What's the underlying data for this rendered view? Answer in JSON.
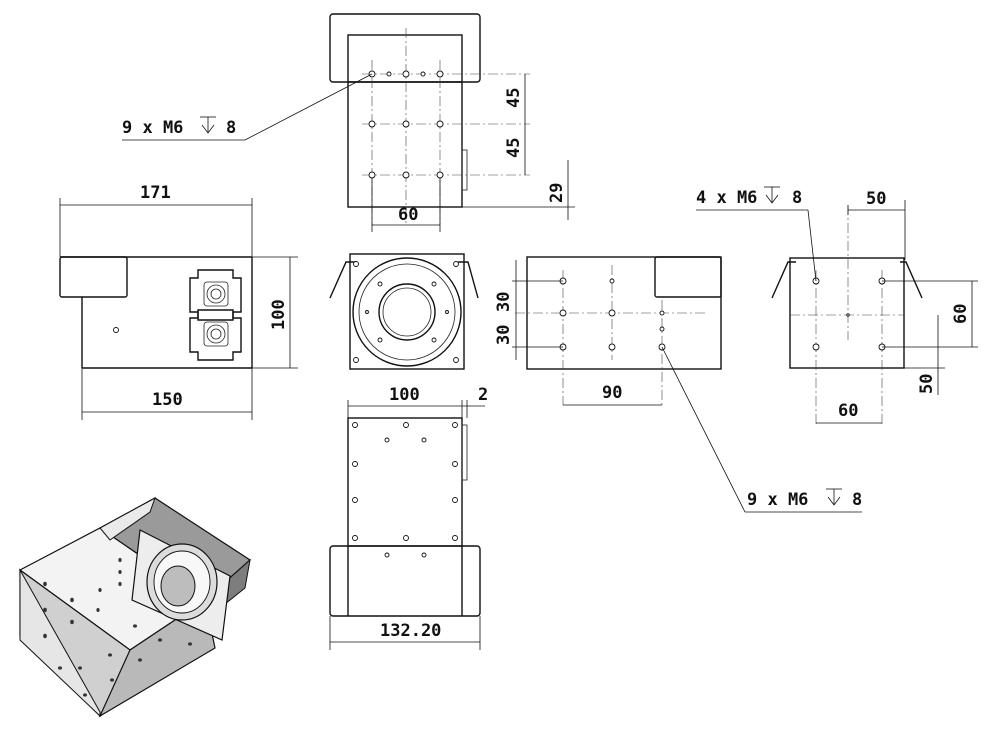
{
  "dimensions": {
    "top_v1": "45",
    "top_v2": "45",
    "top_v3": "29",
    "top_w": "60",
    "side_w1": "171",
    "side_h": "100",
    "side_w2": "150",
    "right_v1": "30",
    "right_v2": "30",
    "right_w": "90",
    "end_w1": "50",
    "end_v1": "60",
    "end_v2": "50",
    "end_w2": "60",
    "bottom_w": "100",
    "bottom_t": "2",
    "bottom_w2": "132.20"
  },
  "callouts": {
    "top_holes": {
      "count": "9 x M6",
      "depth": "8"
    },
    "end_holes": {
      "count": "4 x M6",
      "depth": "8"
    },
    "right_holes": {
      "count": "9 x M6",
      "depth": "8"
    }
  }
}
